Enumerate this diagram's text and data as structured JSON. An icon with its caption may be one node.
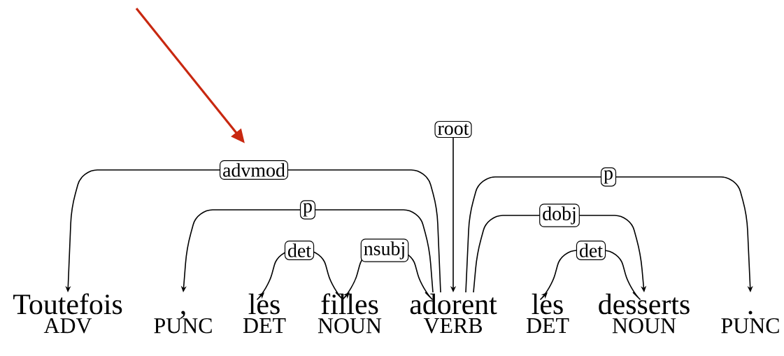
{
  "diagram": {
    "nodes": [
      {
        "text": [
          "Toutefois",
          "ADV"
        ]
      },
      {
        "text": [
          ",",
          "PUNC"
        ]
      },
      {
        "text": [
          "les",
          "DET"
        ]
      },
      {
        "text": [
          "filles",
          "NOUN"
        ]
      },
      {
        "text": [
          "adorent",
          "VERB"
        ]
      },
      {
        "text": [
          "les",
          "DET"
        ]
      },
      {
        "text": [
          "desserts",
          "NOUN"
        ]
      },
      {
        "text": [
          ".",
          "PUNC"
        ]
      }
    ],
    "edges": [
      {
        "from": 4,
        "to": 0,
        "arrow": "to",
        "label": "advmod"
      },
      {
        "from": 4,
        "to": 1,
        "arrow": "to",
        "label": "p"
      },
      {
        "from": 3,
        "to": 2,
        "arrow": "to",
        "label": "det"
      },
      {
        "from": 4,
        "to": 3,
        "arrow": "to",
        "label": "nsubj"
      },
      {
        "from": null,
        "to": 4,
        "arrow": "to",
        "label": "root"
      },
      {
        "from": 4,
        "to": 7,
        "arrow": "to",
        "label": "p"
      },
      {
        "from": 4,
        "to": 6,
        "arrow": "to",
        "label": "dobj"
      },
      {
        "from": 6,
        "to": 5,
        "arrow": "to",
        "label": "det"
      }
    ]
  }
}
